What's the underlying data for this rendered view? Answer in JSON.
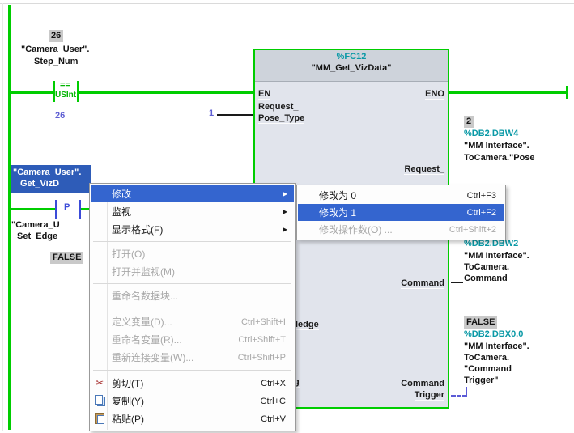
{
  "colors": {
    "wire_green": "#00cd00",
    "address_teal": "#0a99a6",
    "value_blue": "#5f5fd3",
    "selection_blue": "#2e5cb8",
    "menu_highlight": "#3465cf",
    "monitor_box_gray": "#c9c9c9",
    "block_body": "#e1e4ec",
    "block_header": "#ced3db"
  },
  "ladder": {
    "compare_contact": {
      "monitor_value": "26",
      "operand_line1": "\"Camera_User\".",
      "operand_line2": "Step_Num",
      "operator": "==",
      "data_type": "USInt",
      "compare_value": "26"
    },
    "edge_contact": {
      "selected_operand_line1": "\"Camera_User\".",
      "selected_operand_line2": "Get_VizD",
      "symbol": "P",
      "operand2_line1": "\"Camera_U",
      "operand2_line2": "Set_Edge",
      "operand2_value": "FALSE"
    },
    "block": {
      "address": "%FC12",
      "name": "\"MM_Get_VizData\"",
      "pin_en": "EN",
      "pin_eno": "ENO",
      "in_request_pose_line1": "Request_",
      "in_request_pose_line2": "Pose_Type",
      "in_request_pose_value": "1",
      "in_fragment_ledge": "ledge",
      "in_fragment_g": "g",
      "out_request": "Request_",
      "out_command": "Command",
      "out_cmd_trigger_line1": "Command",
      "out_cmd_trigger_line2": "Trigger"
    },
    "operand_request_pose": {
      "monitor_value": "2",
      "address": "%DB2.DBW4",
      "symbol_line1": "\"MM Interface\".",
      "symbol_line2": "ToCamera.\"Pose"
    },
    "operand_command": {
      "address": "%DB2.DBW2",
      "symbol_line1": "\"MM Interface\".",
      "symbol_line2": "ToCamera.",
      "symbol_line3": "Command"
    },
    "operand_command_trigger": {
      "monitor_value": "FALSE",
      "address": "%DB2.DBX0.0",
      "symbol_line1": "\"MM Interface\".",
      "symbol_line2": "ToCamera.",
      "symbol_line3": "\"Command",
      "symbol_line4": "Trigger\""
    }
  },
  "context_menu": {
    "items": [
      {
        "label": "修改",
        "shortcut": ""
      },
      {
        "label": "监视",
        "shortcut": ""
      },
      {
        "label": "显示格式(F)",
        "shortcut": ""
      },
      {
        "label": "打开(O)",
        "shortcut": ""
      },
      {
        "label": "打开并监视(M)",
        "shortcut": ""
      },
      {
        "label": "重命名数据块...",
        "shortcut": ""
      },
      {
        "label": "定义变量(D)...",
        "shortcut": "Ctrl+Shift+I"
      },
      {
        "label": "重命名变量(R)...",
        "shortcut": "Ctrl+Shift+T"
      },
      {
        "label": "重新连接变量(W)...",
        "shortcut": "Ctrl+Shift+P"
      },
      {
        "label": "剪切(T)",
        "shortcut": "Ctrl+X"
      },
      {
        "label": "复制(Y)",
        "shortcut": "Ctrl+C"
      },
      {
        "label": "粘贴(P)",
        "shortcut": "Ctrl+V"
      }
    ],
    "cut_icon": "✂"
  },
  "submenu": {
    "items": [
      {
        "label": "修改为 0",
        "shortcut": "Ctrl+F3"
      },
      {
        "label": "修改为 1",
        "shortcut": "Ctrl+F2"
      },
      {
        "label": "修改操作数(O) ...",
        "shortcut": "Ctrl+Shift+2"
      }
    ]
  }
}
